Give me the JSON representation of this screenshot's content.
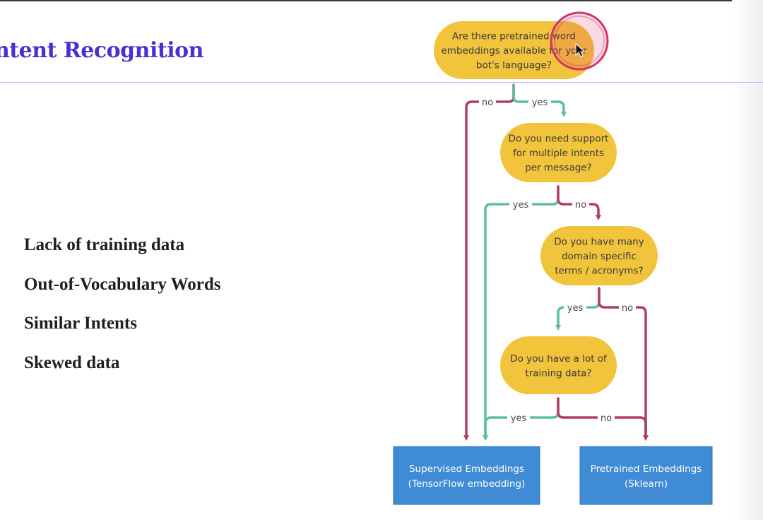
{
  "slide": {
    "title": "ntent Recognition",
    "bullets": [
      "Lack of training data",
      "Out-of-Vocabulary Words",
      "Similar Intents",
      "Skewed data"
    ]
  },
  "colors": {
    "title": "#4b2fd0",
    "decision": "#f1c43c",
    "outcome": "#3f8bd6",
    "yes_edge": "#5dbfa0",
    "no_edge": "#b43d5e",
    "cursor_ring": "#d6336c"
  },
  "flowchart": {
    "decisions": [
      {
        "id": "q1",
        "lines": [
          "Are there pretrained word",
          "embeddings available for your",
          "bot's language?"
        ]
      },
      {
        "id": "q2",
        "lines": [
          "Do you need support",
          "for multiple intents",
          "per message?"
        ]
      },
      {
        "id": "q3",
        "lines": [
          "Do you have many",
          "domain specific",
          "terms / acronyms?"
        ]
      },
      {
        "id": "q4",
        "lines": [
          "Do you have a lot of",
          "training data?"
        ]
      }
    ],
    "outcomes": [
      {
        "id": "supervised",
        "lines": [
          "Supervised Embeddings",
          "(TensorFlow embedding)"
        ]
      },
      {
        "id": "pretrained",
        "lines": [
          "Pretrained Embeddings",
          "(Sklearn)"
        ]
      }
    ],
    "edges": [
      {
        "from": "q1",
        "to": "supervised",
        "label": "no"
      },
      {
        "from": "q1",
        "to": "q2",
        "label": "yes"
      },
      {
        "from": "q2",
        "to": "supervised",
        "label": "yes"
      },
      {
        "from": "q2",
        "to": "q3",
        "label": "no"
      },
      {
        "from": "q3",
        "to": "q4",
        "label": "yes"
      },
      {
        "from": "q3",
        "to": "pretrained",
        "label": "no"
      },
      {
        "from": "q4",
        "to": "supervised",
        "label": "yes"
      },
      {
        "from": "q4",
        "to": "pretrained",
        "label": "no"
      }
    ]
  }
}
